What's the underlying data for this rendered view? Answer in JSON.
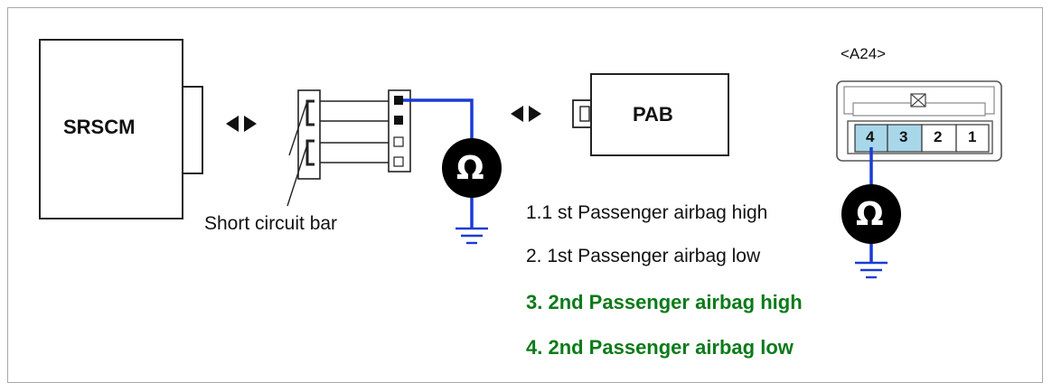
{
  "diagram": {
    "srscm_label": "SRSCM",
    "pab_label": "PAB",
    "short_circuit_label": "Short circuit bar",
    "connector_name": "<A24>",
    "pins": [
      "4",
      "3",
      "2",
      "1"
    ],
    "ohm_symbol": "Ω",
    "legend": [
      {
        "text": "1.1 st Passenger airbag high",
        "highlight": false
      },
      {
        "text": "2. 1st Passenger airbag low",
        "highlight": false
      },
      {
        "text": "3. 2nd Passenger airbag high",
        "highlight": true
      },
      {
        "text": "4. 2nd Passenger airbag low",
        "highlight": true
      }
    ],
    "colors": {
      "wire": "#1a3bd6",
      "highlight_text": "#0c7a1a",
      "highlight_pin": "#a8d7ea",
      "meter": "#000000"
    }
  }
}
